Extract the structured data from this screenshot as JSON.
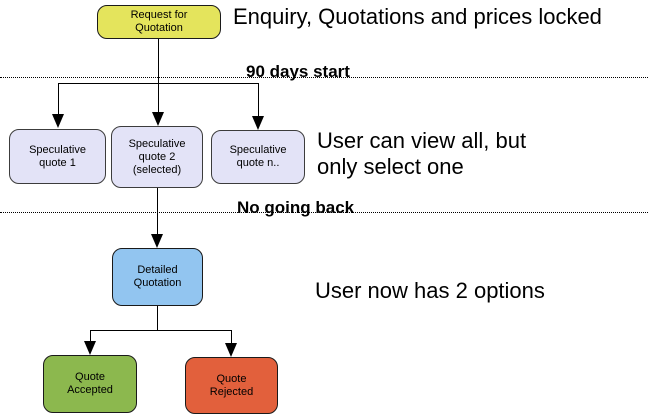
{
  "page": {
    "background": "#ffffff"
  },
  "nodes": {
    "request": {
      "label": "Request for\nQuotation",
      "color": "#e4e45c"
    },
    "spec1": {
      "label": "Speculative\nquote 1",
      "color": "#e3e3f7"
    },
    "spec2": {
      "label": "Speculative\nquote 2\n(selected)",
      "color": "#e3e3f7"
    },
    "spec3": {
      "label": "Speculative\nquote n..",
      "color": "#e3e3f7"
    },
    "detailed": {
      "label": "Detailed\nQuotation",
      "color": "#92c5f0"
    },
    "accepted": {
      "label": "Quote\nAccepted",
      "color": "#8cb84e"
    },
    "rejected": {
      "label": "Quote\nRejected",
      "color": "#e2603c"
    }
  },
  "dividers": {
    "first": {
      "label": "90 days start"
    },
    "second": {
      "label": "No going back"
    }
  },
  "annotations": {
    "top": "Enquiry, Quotations and prices locked",
    "middle": "User can view all, but\nonly select one",
    "bottom": "User now has 2 options"
  }
}
